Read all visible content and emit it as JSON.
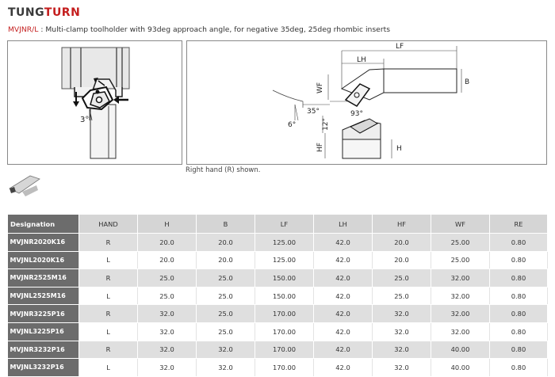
{
  "brand": {
    "part1": "TUNG",
    "part2": "TURN"
  },
  "subtitle": {
    "code": "MVJNR/L",
    "text": " : Multi-clamp toolholder with 93deg approach angle, for negative 35deg, 25deg rhombic inserts"
  },
  "caption": "Right hand (R) shown.",
  "left_diagram": {
    "angle_label": "3°"
  },
  "right_diagram": {
    "labels": {
      "lf": "LF",
      "lh": "LH",
      "wf": "WF",
      "b": "B",
      "angle_35": "35°",
      "angle_93": "93°",
      "angle_6": "6°",
      "angle_12": "12°",
      "hf": "HF",
      "h": "H"
    }
  },
  "table": {
    "headers": [
      "Designation",
      "HAND",
      "H",
      "B",
      "LF",
      "LH",
      "HF",
      "WF",
      "RE"
    ],
    "rows": [
      [
        "MVJNR2020K16",
        "R",
        "20.0",
        "20.0",
        "125.00",
        "42.0",
        "20.0",
        "25.00",
        "0.80"
      ],
      [
        "MVJNL2020K16",
        "L",
        "20.0",
        "20.0",
        "125.00",
        "42.0",
        "20.0",
        "25.00",
        "0.80"
      ],
      [
        "MVJNR2525M16",
        "R",
        "25.0",
        "25.0",
        "150.00",
        "42.0",
        "25.0",
        "32.00",
        "0.80"
      ],
      [
        "MVJNL2525M16",
        "L",
        "25.0",
        "25.0",
        "150.00",
        "42.0",
        "25.0",
        "32.00",
        "0.80"
      ],
      [
        "MVJNR3225P16",
        "R",
        "32.0",
        "25.0",
        "170.00",
        "42.0",
        "32.0",
        "32.00",
        "0.80"
      ],
      [
        "MVJNL3225P16",
        "L",
        "32.0",
        "25.0",
        "170.00",
        "42.0",
        "32.0",
        "32.00",
        "0.80"
      ],
      [
        "MVJNR3232P16",
        "R",
        "32.0",
        "32.0",
        "170.00",
        "42.0",
        "32.0",
        "40.00",
        "0.80"
      ],
      [
        "MVJNL3232P16",
        "L",
        "32.0",
        "32.0",
        "170.00",
        "42.0",
        "32.0",
        "40.00",
        "0.80"
      ]
    ]
  }
}
